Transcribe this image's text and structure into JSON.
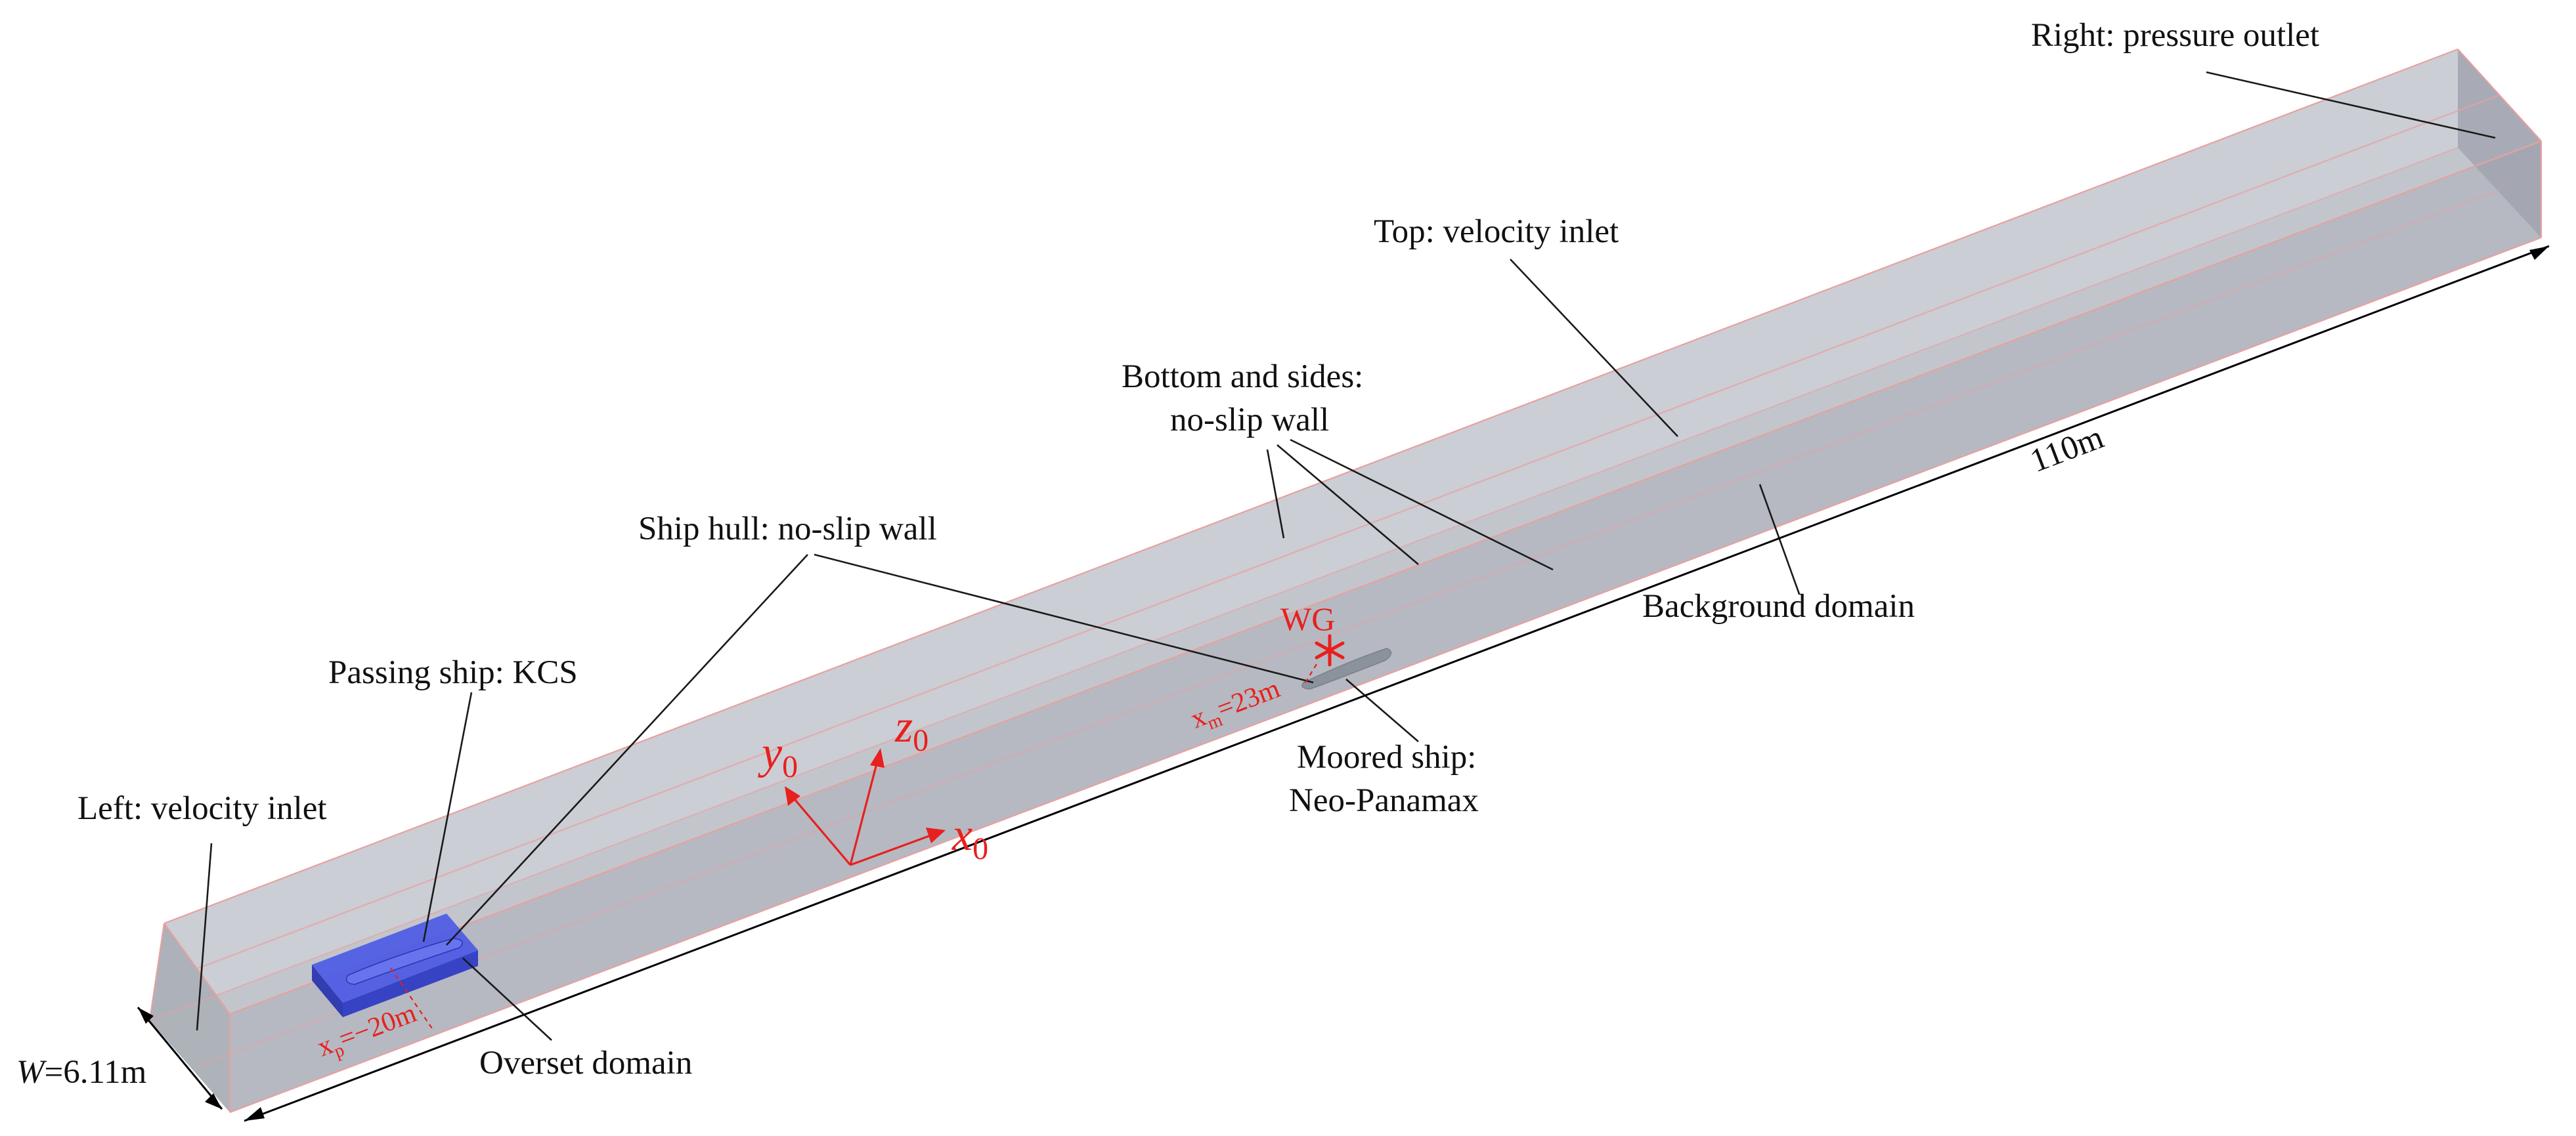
{
  "labels": {
    "right_outlet": "Right: pressure outlet",
    "top_inlet": "Top: velocity inlet",
    "bottom_sides_1": "Bottom and sides:",
    "bottom_sides_2": "no-slip wall",
    "ship_hull": "Ship hull: no-slip wall",
    "passing_ship": "Passing ship: KCS",
    "left_inlet": "Left: velocity inlet",
    "background_domain": "Background domain",
    "moored_ship_1": "Moored ship:",
    "moored_ship_2": "Neo-Panamax",
    "overset_domain": "Overset domain",
    "length_dim": "110m",
    "width_dim_var": "W",
    "width_dim_val": "=6.11m"
  },
  "axes": {
    "x_var": "x",
    "y_var": "y",
    "z_var": "z",
    "sub": "0"
  },
  "annotations": {
    "wg": "WG",
    "xm_var": "x",
    "xm_sub": "m",
    "xm_val": "=23m",
    "xp_var": "x",
    "xp_sub": "p",
    "xp_val": "=−20m"
  },
  "colors": {
    "domain_top": "#bcc0c8",
    "domain_side": "#a8acb6",
    "domain_end": "#9fa3ad",
    "overset_box": "#3a4ad8",
    "annotation_red": "#e8201e",
    "moored_ship": "#8c929c"
  }
}
